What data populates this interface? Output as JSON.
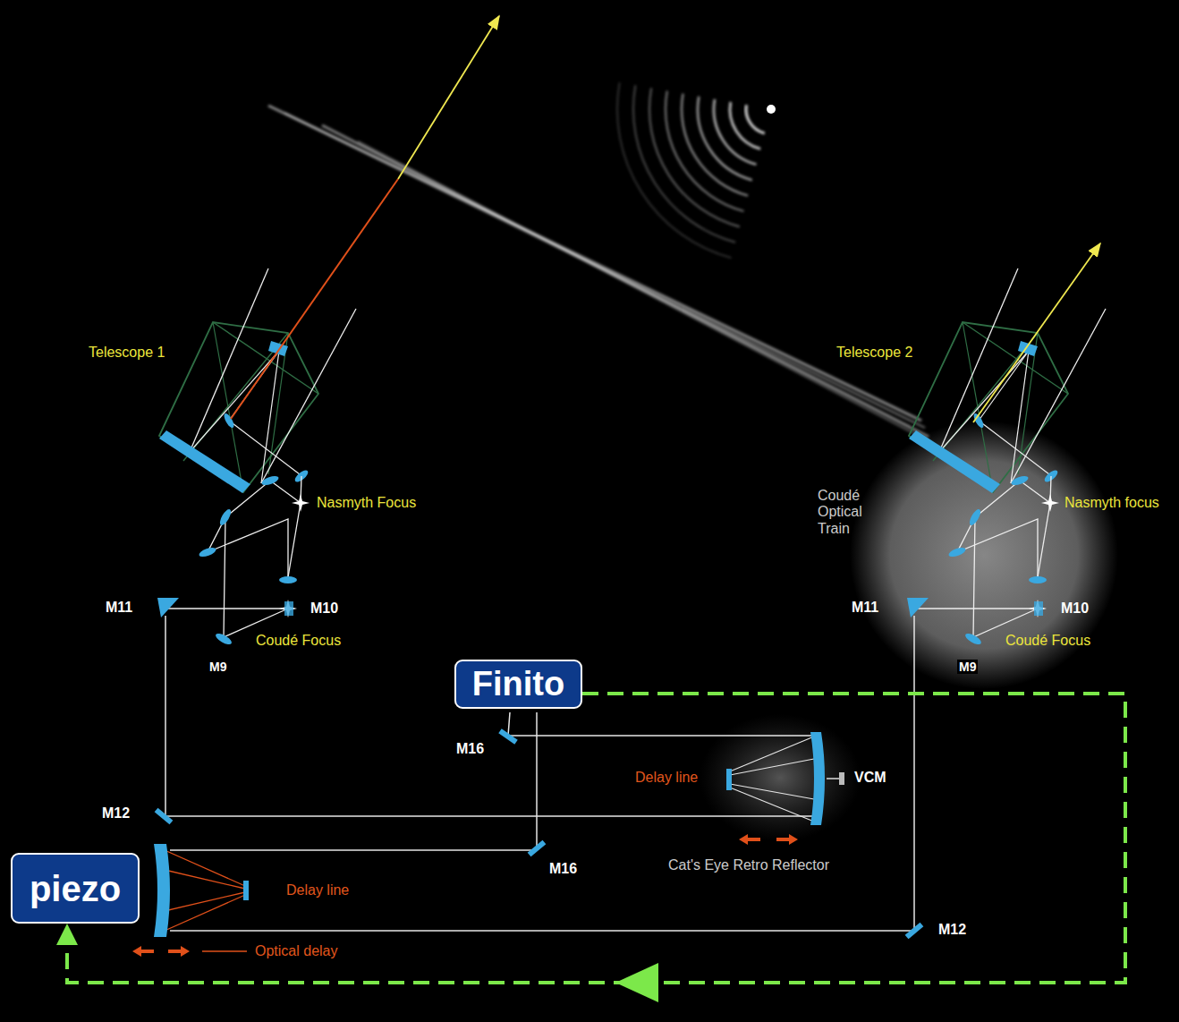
{
  "diagram": {
    "nodes": [
      {
        "text": [
          "Finito"
        ]
      },
      {
        "text": [
          "piezo"
        ]
      }
    ],
    "edges": [
      {
        "from": 0,
        "to": 1,
        "arrow": "to"
      }
    ],
    "labels": [
      "Telescope 1",
      "Telescope 2",
      "Nasmyth Focus",
      "Coudé Optical Train",
      "Nasmyth focus",
      "M11",
      "M10",
      "M11",
      "M10",
      "Coudé Focus",
      "M9",
      "Coudé Focus",
      "M9",
      "M16",
      "Delay line",
      "VCM",
      "M12",
      "M16",
      "Cat's Eye Retro Reflector",
      "Delay line",
      "Optical delay",
      "M12"
    ]
  }
}
